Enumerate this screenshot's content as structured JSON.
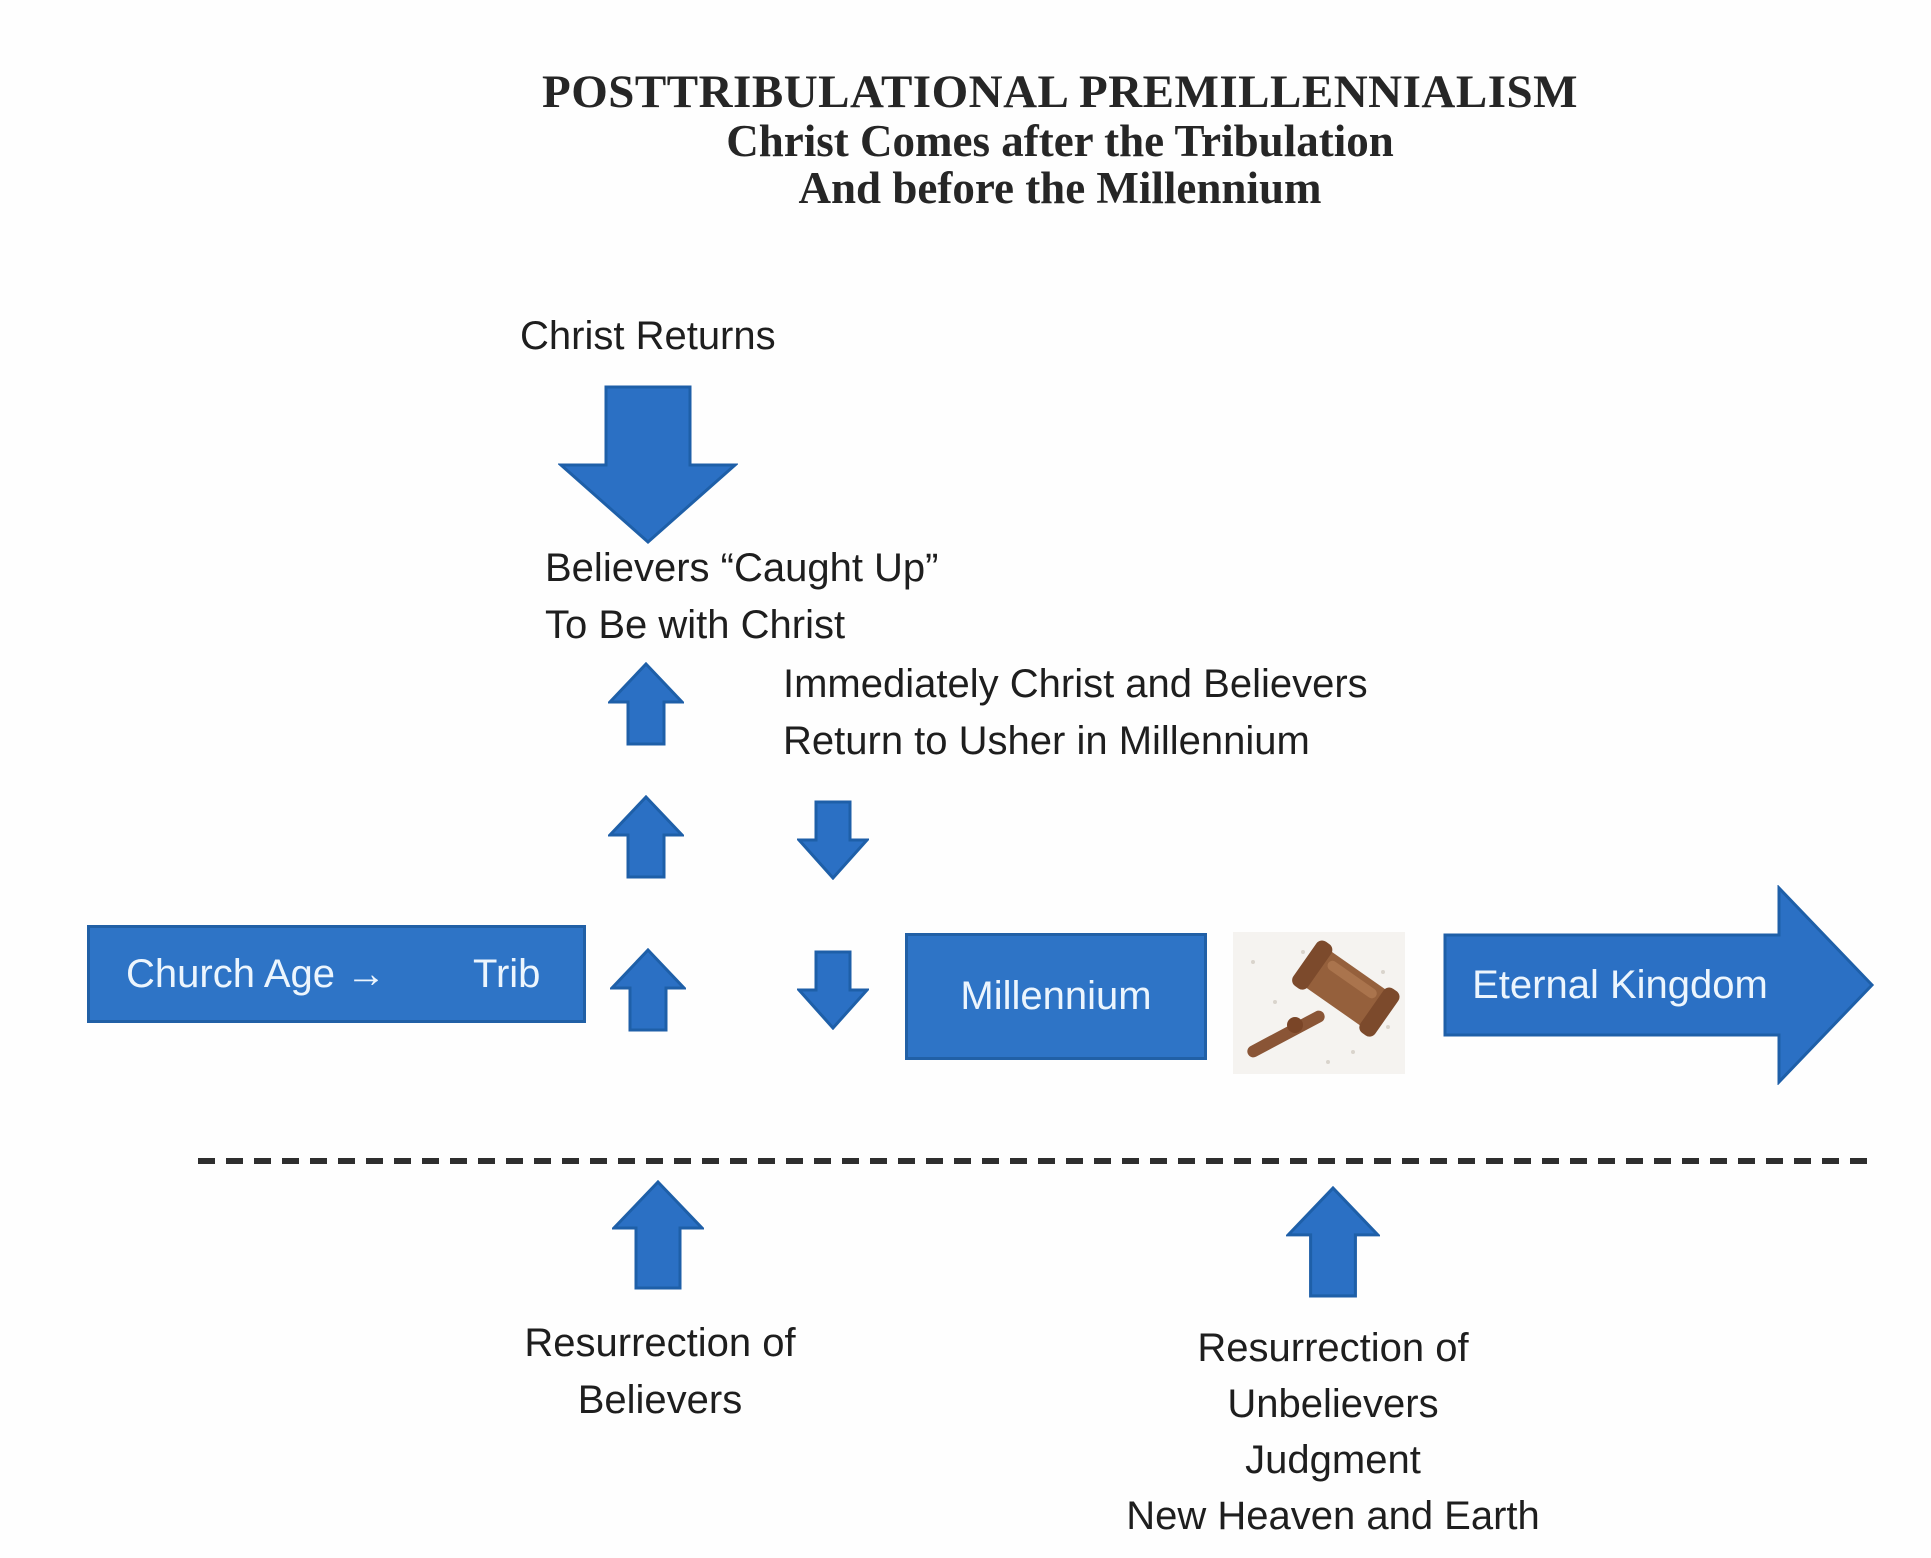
{
  "title": {
    "line1": "POSTTRIBULATIONAL PREMILLENNIALISM",
    "line2": "Christ Comes after the Tribulation",
    "line3": "And before the Millennium"
  },
  "top_sequence": {
    "christ_returns": "Christ Returns",
    "caught_up": [
      "Believers “Caught Up”",
      "To Be with Christ"
    ],
    "immediately": [
      "Immediately Christ and Believers",
      "Return to Usher in Millennium"
    ]
  },
  "timeline": {
    "church_age_label": "Church Age →",
    "trib_label": "Trib",
    "millennium_label": "Millennium",
    "eternal_kingdom_label": "Eternal Kingdom"
  },
  "below_line": {
    "believers": [
      "Resurrection of",
      "Believers"
    ],
    "unbelievers": [
      "Resurrection of",
      "Unbelievers",
      "Judgment",
      "New Heaven and Earth"
    ]
  },
  "icons": {
    "big_down_arrow": "down-arrow-icon",
    "small_up_arrows": "up-arrow-icon",
    "small_down_arrows": "down-arrow-icon",
    "eternal_kingdom_arrow": "right-arrow-icon",
    "gavel": "gavel-icon"
  },
  "colors": {
    "arrow_fill": "#2b70c4",
    "arrow_border": "#1e5fa8",
    "bar_fill": "#2e74c6",
    "bar_border": "#2160a6",
    "bar_text": "#ecf5fd",
    "dash_line": "#2e2e2e",
    "text": "#1e1e1e",
    "gavel_wood": "#95603c"
  }
}
